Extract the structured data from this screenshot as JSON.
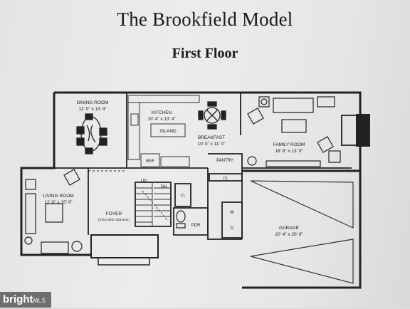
{
  "title": "The Brookfield Model",
  "subtitle": "First Floor",
  "rooms": {
    "dining": {
      "name": "DINING ROOM",
      "dims": "12' 0\" x 13' 4\""
    },
    "kitchen": {
      "name": "KITCHEN",
      "dims": "10' 4\" x 13' 4\""
    },
    "island": "ISLAND",
    "breakfast": {
      "name": "BREAKFAST",
      "dims": "10' 0\" x 11' 0\""
    },
    "family": {
      "name": "FAMILY ROOM",
      "dims": "18' 8\" x 13' 0\""
    },
    "living": {
      "name": "LIVING ROOM",
      "dims": "12' 0\" x 15' 0\""
    },
    "foyer": {
      "name": "FOYER",
      "note": "(VOLUME CEILING)"
    },
    "garage": {
      "name": "GARAGE",
      "dims": "20' 4\" x 20' 0\""
    }
  },
  "fixtures": {
    "ref": "REF",
    "pantry": "PANTRY",
    "up": "UP",
    "dn": "DN",
    "cl1": "CL",
    "cl2": "CL",
    "pdr": "PDR.",
    "washer": "W",
    "dryer": "D"
  },
  "watermark": {
    "brand": "bright",
    "suffix": "MLS"
  }
}
